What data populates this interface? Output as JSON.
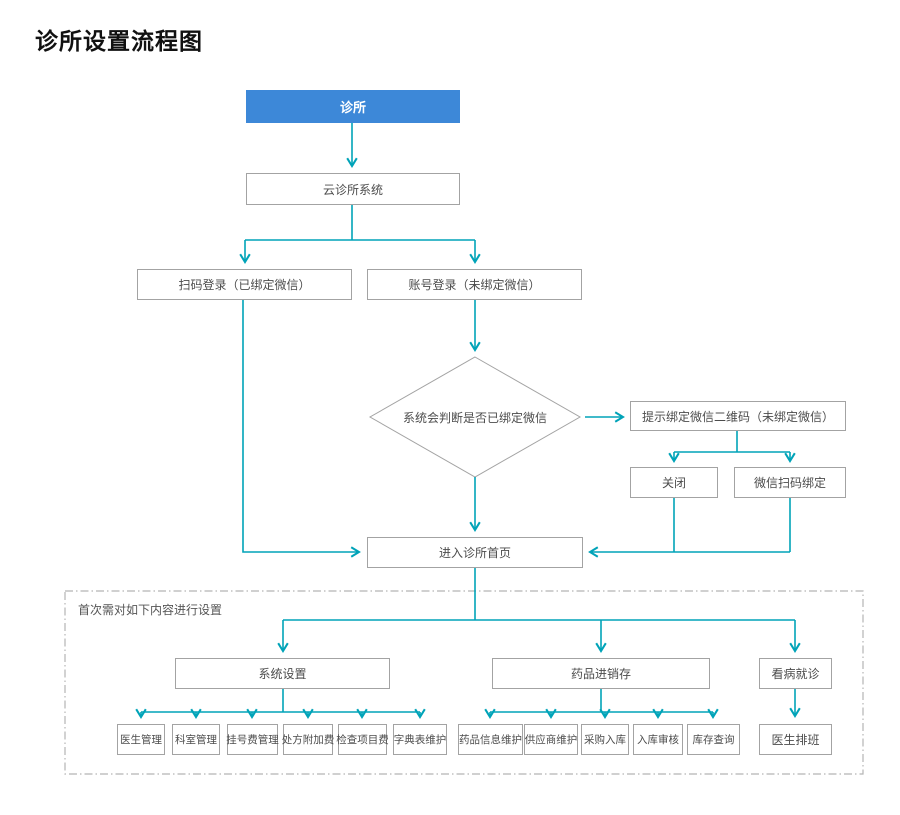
{
  "page_title": "诊所设置流程图",
  "colors": {
    "accent_blue": "#3d88d8",
    "connector_teal": "#00a3b8",
    "box_border": "#a3a3a3",
    "dashed_border": "#b5b5b5"
  },
  "flow": {
    "clinic": "诊所",
    "cloud_system": "云诊所系统",
    "scan_login": "扫码登录（已绑定微信）",
    "account_login": "账号登录（未绑定微信）",
    "judge": "系统会判断是否已绑定微信",
    "prompt_bind": "提示绑定微信二维码（未绑定微信）",
    "close": "关闭",
    "wechat_scan_bind": "微信扫码绑定",
    "enter_home": "进入诊所首页",
    "setup_section_label": "首次需对如下内容进行设置",
    "system_settings": "系统设置",
    "drug_inventory": "药品进销存",
    "visit": "看病就诊",
    "doctor_schedule": "医生排班",
    "system_children": [
      "医生管理",
      "科室管理",
      "挂号费管理",
      "处方附加费",
      "检查项目费",
      "字典表维护"
    ],
    "drug_children": [
      "药品信息维护",
      "供应商维护",
      "采购入库",
      "入库审核",
      "库存查询"
    ]
  }
}
